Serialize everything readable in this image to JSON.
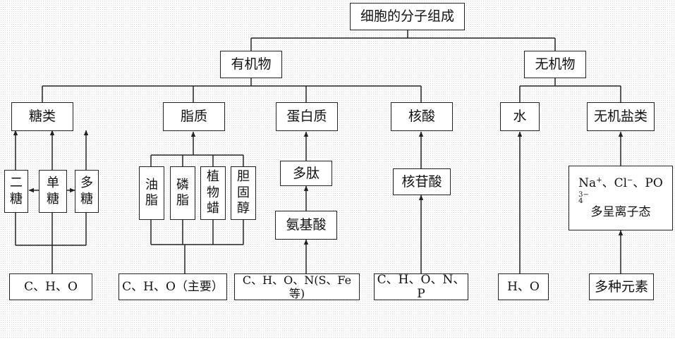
{
  "root": "细胞的分子组成",
  "organic": "有机物",
  "inorganic": "无机物",
  "categories": {
    "sugar": "糖类",
    "lipid": "脂质",
    "protein": "蛋白质",
    "nucleic": "核酸",
    "water": "水",
    "salt": "无机盐类"
  },
  "sugar_types": [
    [
      "二",
      "糖"
    ],
    [
      "单",
      "糖"
    ],
    [
      "多",
      "糖"
    ]
  ],
  "lipid_types": [
    [
      "油",
      "脂"
    ],
    [
      "磷",
      "脂"
    ],
    [
      "植",
      "物",
      "蜡"
    ],
    [
      "胆",
      "固",
      "醇"
    ]
  ],
  "peptide": "多肽",
  "amino_acid": "氨基酸",
  "nucleotide": "核苷酸",
  "salt_desc": {
    "na": "Na",
    "na_sup": "+",
    "sep1": "、",
    "cl": "Cl",
    "cl_sup": "−",
    "sep2": "、",
    "po": "PO",
    "po_sup": "3−",
    "po_sub": "4",
    "line2": "多呈离子态"
  },
  "elements": {
    "sugar": "C、H、O",
    "lipid": "C、H、O（主要）",
    "protein": "C、H、O、N(S、Fe等)",
    "nucleic": "C、H、O、N、P",
    "water": "H、O",
    "salt": "多种元素"
  }
}
